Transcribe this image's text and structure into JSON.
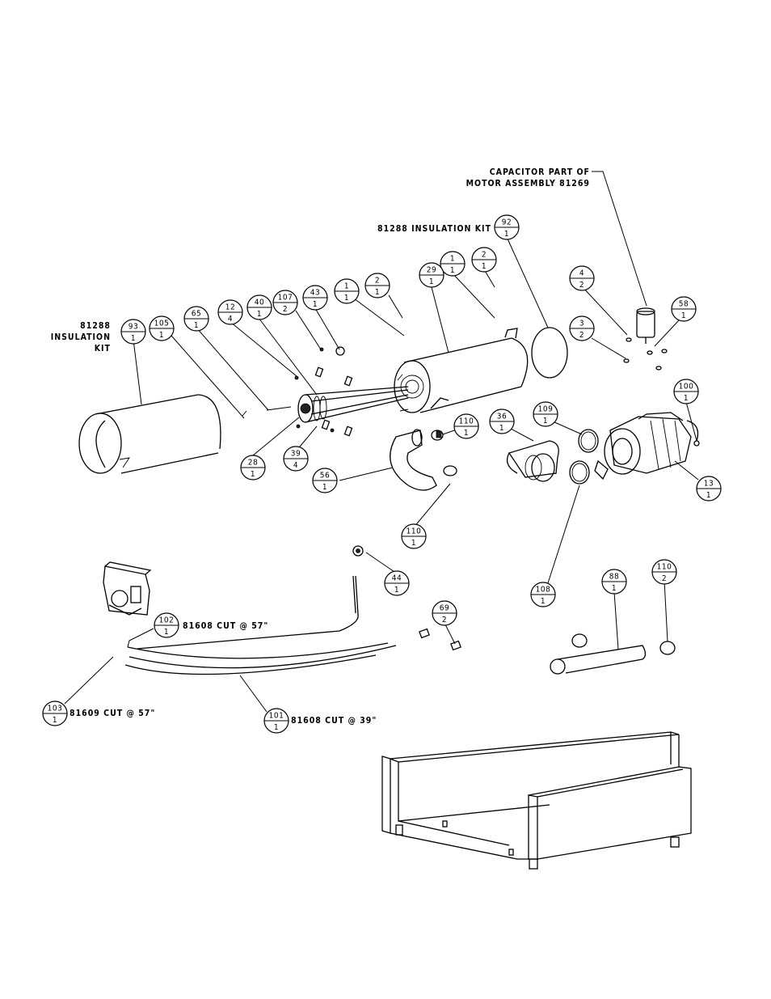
{
  "notes": {
    "capacitor_line1": "CAPACITOR PART OF",
    "capacitor_line2": "MOTOR ASSEMBLY 81269",
    "insulation_kit_top": "81288 INSULATION KIT",
    "insulation_kit_left_1": "81288",
    "insulation_kit_left_2": "INSULATION",
    "insulation_kit_left_3": "KIT",
    "cut_102": "81608 CUT @ 57\"",
    "cut_103": "81609 CUT @ 57\"",
    "cut_101": "81608 CUT @ 39\""
  },
  "callouts": [
    {
      "id": "b92",
      "item": "92",
      "qty": "1"
    },
    {
      "id": "b1a",
      "item": "1",
      "qty": "1"
    },
    {
      "id": "b2a",
      "item": "2",
      "qty": "1"
    },
    {
      "id": "b29",
      "item": "29",
      "qty": "1"
    },
    {
      "id": "b4",
      "item": "4",
      "qty": "2"
    },
    {
      "id": "b58",
      "item": "58",
      "qty": "1"
    },
    {
      "id": "b3",
      "item": "3",
      "qty": "2"
    },
    {
      "id": "b2b",
      "item": "2",
      "qty": "1"
    },
    {
      "id": "b1b",
      "item": "1",
      "qty": "1"
    },
    {
      "id": "b43",
      "item": "43",
      "qty": "1"
    },
    {
      "id": "b107",
      "item": "107",
      "qty": "2"
    },
    {
      "id": "b40",
      "item": "40",
      "qty": "1"
    },
    {
      "id": "b12",
      "item": "12",
      "qty": "4"
    },
    {
      "id": "b65",
      "item": "65",
      "qty": "1"
    },
    {
      "id": "b105",
      "item": "105",
      "qty": "1"
    },
    {
      "id": "b93",
      "item": "93",
      "qty": "1"
    },
    {
      "id": "b100",
      "item": "100",
      "qty": "1"
    },
    {
      "id": "b109",
      "item": "109",
      "qty": "1"
    },
    {
      "id": "b36",
      "item": "36",
      "qty": "1"
    },
    {
      "id": "b110a",
      "item": "110",
      "qty": "1"
    },
    {
      "id": "b28",
      "item": "28",
      "qty": "1"
    },
    {
      "id": "b39",
      "item": "39",
      "qty": "4"
    },
    {
      "id": "b56",
      "item": "56",
      "qty": "1"
    },
    {
      "id": "b13",
      "item": "13",
      "qty": "1"
    },
    {
      "id": "b110b",
      "item": "110",
      "qty": "1"
    },
    {
      "id": "b44",
      "item": "44",
      "qty": "1"
    },
    {
      "id": "b108",
      "item": "108",
      "qty": "1"
    },
    {
      "id": "b88",
      "item": "88",
      "qty": "1"
    },
    {
      "id": "b110c",
      "item": "110",
      "qty": "2"
    },
    {
      "id": "b69",
      "item": "69",
      "qty": "2"
    },
    {
      "id": "b102",
      "item": "102",
      "qty": "1"
    },
    {
      "id": "b103",
      "item": "103",
      "qty": "1"
    },
    {
      "id": "b101",
      "item": "101",
      "qty": "1"
    }
  ]
}
